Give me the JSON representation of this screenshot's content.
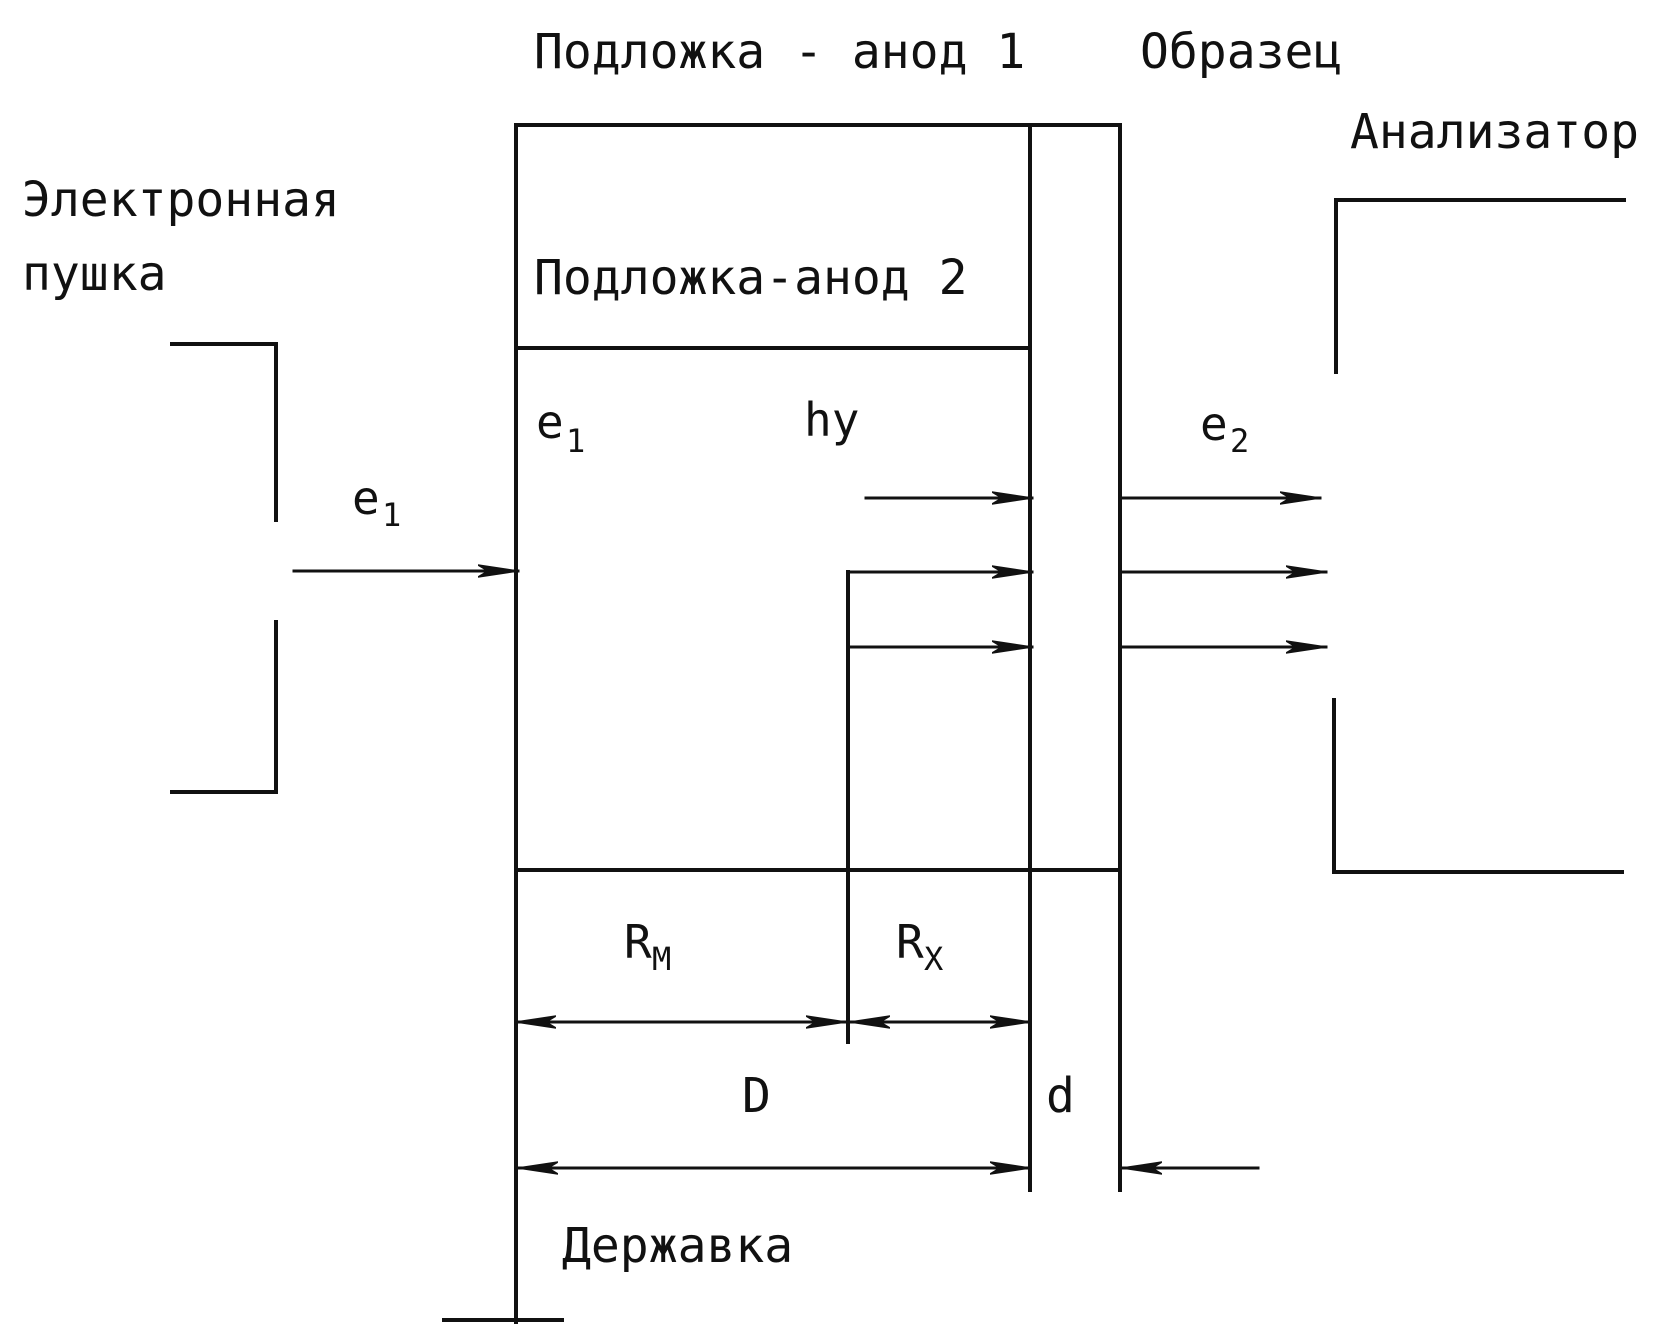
{
  "labels": {
    "substrate_anode_1": "Подложка - анод 1",
    "sample": "Образец",
    "analyzer": "Анализатор",
    "electron_gun_line1": "Электронная",
    "electron_gun_line2": "пушка",
    "substrate_anode_2": "Подложка-анод 2",
    "holder": "Державка",
    "dim_D": "D",
    "dim_d": "d"
  },
  "symbols": {
    "e1_outside": {
      "base": "e",
      "sub": "1"
    },
    "e1_inside": {
      "base": "e",
      "sub": "1"
    },
    "hv": {
      "base": "hy",
      "sub": ""
    },
    "e2": {
      "base": "e",
      "sub": "2"
    },
    "Rm": {
      "base": "R",
      "sub": "M"
    },
    "Rx": {
      "base": "R",
      "sub": "X"
    }
  },
  "colors": {
    "ink": "#111111",
    "background": "#ffffff"
  }
}
